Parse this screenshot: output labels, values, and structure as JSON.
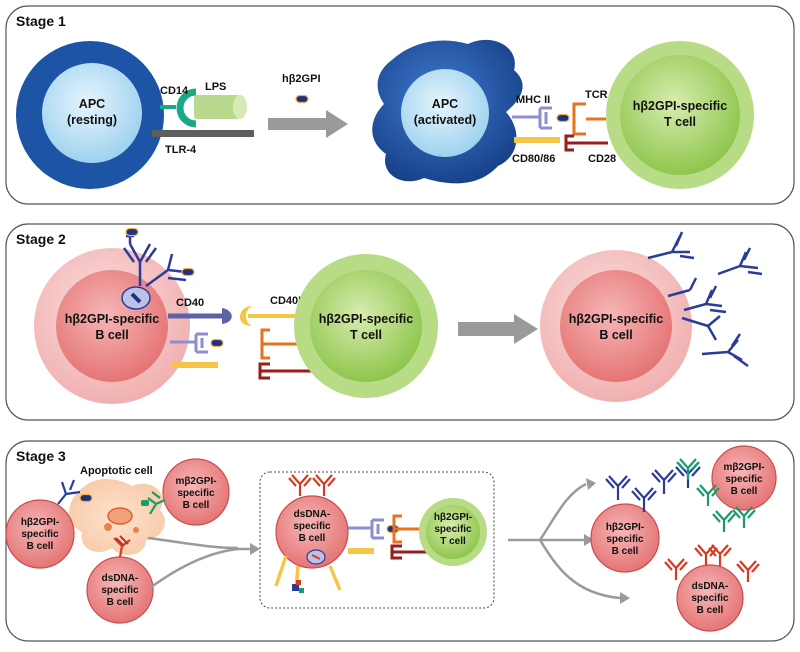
{
  "stage1": {
    "title": "Stage 1",
    "apc_resting": [
      "APC",
      "(resting)"
    ],
    "cd14": "CD14",
    "lps": "LPS",
    "tlr4": "TLR-4",
    "hb2gpi": "hβ2GPI",
    "apc_activated": [
      "APC",
      "(activated)"
    ],
    "mhc2": "MHC II",
    "cd8086": "CD80/86",
    "tcr": "TCR",
    "cd28": "CD28",
    "t_cell": [
      "hβ2GPI-specific",
      "T cell"
    ]
  },
  "stage2": {
    "title": "Stage 2",
    "b_cell": [
      "hβ2GPI-specific",
      "B cell"
    ],
    "cd40": "CD40",
    "cd40l": "CD40L",
    "t_cell": [
      "hβ2GPI-specific",
      "T cell"
    ],
    "b_cell_right": [
      "hβ2GPI-specific",
      "B cell"
    ]
  },
  "stage3": {
    "title": "Stage 3",
    "apoptotic": "Apoptotic cell",
    "b_cell_left": [
      "hβ2GPI-",
      "specific",
      "B cell"
    ],
    "m_cell_left": [
      "mβ2GPI-",
      "specific",
      "B cell"
    ],
    "ds_cell_left": [
      "dsDNA-",
      "specific",
      "B cell"
    ],
    "ds_cell_mid": [
      "dsDNA-",
      "specific",
      "B cell"
    ],
    "t_cell_mid": [
      "hβ2GPI-",
      "specific",
      "T cell"
    ],
    "b_cell_right": [
      "hβ2GPI-",
      "specific",
      "B cell"
    ],
    "m_cell_right": [
      "mβ2GPI-",
      "specific",
      "B cell"
    ],
    "ds_cell_right": [
      "dsDNA-",
      "specific",
      "B cell"
    ]
  },
  "colors": {
    "apc_dark": "#1f56a8",
    "apc_light": "#bfe3f7",
    "t_cell_outer": "#b8db86",
    "t_cell_inner": "#9acb5a",
    "b_cell_outer": "#f6c4c4",
    "b_cell_inner": "#ef8f8f",
    "antibody_blue": "#2b3b9a",
    "antibody_green": "#1b9a6a",
    "antibody_red": "#d83a22",
    "cd14_green": "#1aa887",
    "mhc_lavender": "#8b8fd0",
    "tcr_orange": "#e8731e",
    "cd28_red": "#9e1b1b",
    "costim_yellow": "#f5c54a",
    "arrow_grey": "#9a9a9a"
  }
}
